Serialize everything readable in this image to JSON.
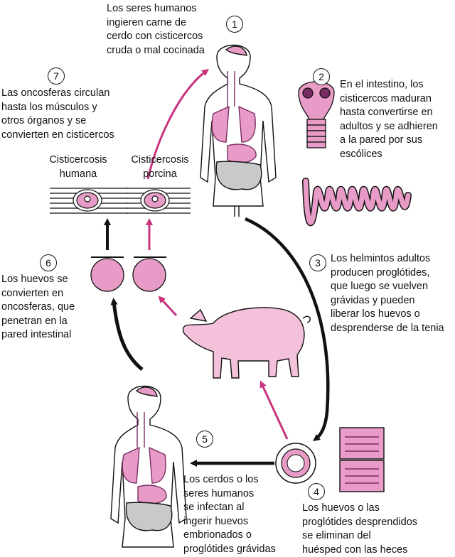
{
  "colors": {
    "pink": "#e79bc6",
    "pink_dark": "#7a2d63",
    "arrow_pink": "#c8337e",
    "black": "#111111",
    "gray_intestine": "#c9c9c9"
  },
  "steps": [
    {
      "number": "1",
      "text": "Los seres humanos\ningieren carne de\ncerdo con cisticercos\ncruda o mal cocinada"
    },
    {
      "number": "2",
      "text": "En el intestino, los\ncisticercos maduran\nhasta convertirse en\nadultos y se adhieren\na la pared por sus\nescólices"
    },
    {
      "number": "3",
      "text": "Los helmintos adultos\nproducen proglótides,\nque luego se vuelven\ngrávidas y pueden\nliberar los huevos o\ndesprenderse de la tenia"
    },
    {
      "number": "4",
      "text": "Los huevos o las\nproglótides desprendidos\nse eliminan del\nhuésped con las heces"
    },
    {
      "number": "5",
      "text": "Los cerdos o los\nseres humanos\nse infectan al\ningerir huevos\nembrionados o\nproglótides grávidas"
    },
    {
      "number": "6",
      "text": "Los huevos se\nconvierten en\noncosferas, que\npenetran en la\npared intestinal"
    },
    {
      "number": "7",
      "text": "Las oncosferas circulan\nhasta los músculos y\notros órganos y se\nconvierten en cisticercos"
    }
  ],
  "labels": {
    "human_cysticercosis": "Cisticercosis\nhumana",
    "porcine_cysticercosis": "Cisticercosis\nporcina"
  }
}
